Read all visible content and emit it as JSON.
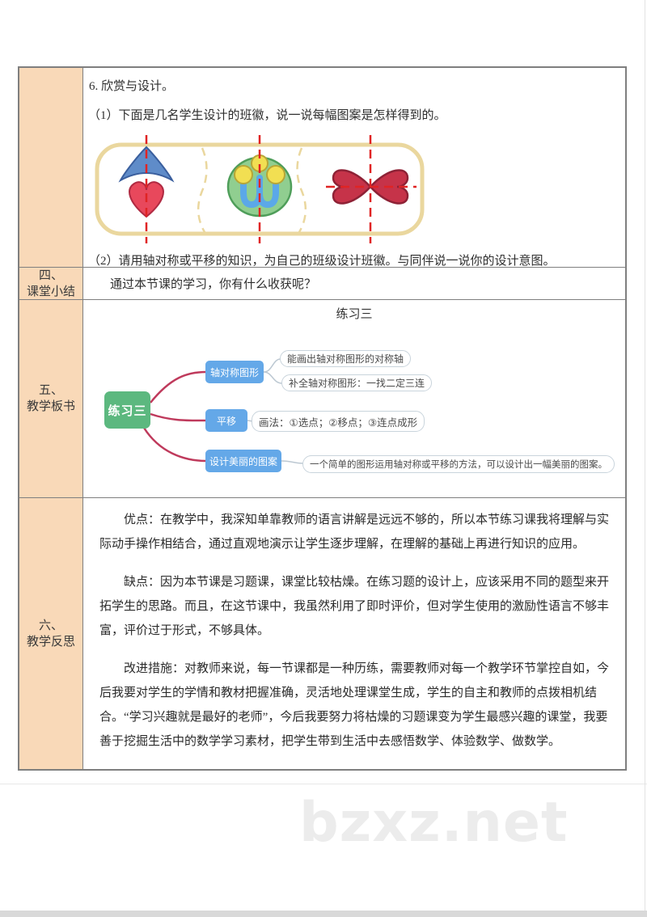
{
  "document": {
    "activity_row": {
      "title": "6. 欣赏与设计。",
      "question1": "（1）下面是几名学生设计的班徽，说一说每幅图案是怎样得到的。",
      "question2": "（2）请用轴对称或平移的知识，为自己的班级设计班徽。与同伴说一说你的设计意图。",
      "badge_icons": [
        "kite-heart-badge",
        "face-badge",
        "bow-badge"
      ]
    },
    "summary_row": {
      "label_line1": "四、",
      "label_line2": "课堂小结",
      "content": "通过本节课的学习，你有什么收获呢？"
    },
    "board_row": {
      "label_line1": "五、",
      "label_line2": "教学板书",
      "title": "练习三",
      "mindmap": {
        "root": "练习三",
        "branches": [
          {
            "label": "轴对称图形",
            "children": [
              "能画出轴对称图形的对称轴",
              "补全轴对称图形：一找二定三连"
            ]
          },
          {
            "label": "平移",
            "children": [
              "画法：①选点；②移点；③连点成形"
            ]
          },
          {
            "label": "设计美丽的图案",
            "children": [
              "一个简单的图形运用轴对称或平移的方法，可以设计出一幅美丽的图案。"
            ]
          }
        ]
      }
    },
    "reflection_row": {
      "label_line1": "六、",
      "label_line2": "教学反思",
      "paragraphs": [
        "优点：在教学中，我深知单靠教师的语言讲解是远远不够的，所以本节练习课我将理解与实际动手操作相结合，通过直观地演示让学生逐步理解，在理解的基础上再进行知识的应用。",
        "缺点：因为本节课是习题课，课堂比较枯燥。在练习题的设计上，应该采用不同的题型来开拓学生的思路。而且，在这节课中，我虽然利用了即时评价，但对学生使用的激励性语言不够丰富，评价过于形式，不够具体。",
        "改进措施：对教师来说，每一节课都是一种历练，需要教师对每一个教学环节掌控自如，今后我要对学生的学情和教材把握准确，灵活地处理课堂生成，学生的自主和教师的点拨相机结合。“学习兴趣就是最好的老师”，今后我要努力将枯燥的习题课变为学生最感兴趣的课堂，我要善于挖掘生活中的数学学习素材，把学生带到生活中去感悟数学、体验数学、做数学。"
      ]
    },
    "watermark": "bzxz.net",
    "colors": {
      "label_column_bg": "#f9d9b8",
      "table_border": "#7f7f7f",
      "mindmap_root_green": "#5cb87f",
      "mindmap_branch_blue": "#64a8e8",
      "mindmap_connector_red": "#bf3a5c",
      "symmetry_axis_red": "#e02424",
      "badge_frame_tan": "#ead79e"
    }
  }
}
